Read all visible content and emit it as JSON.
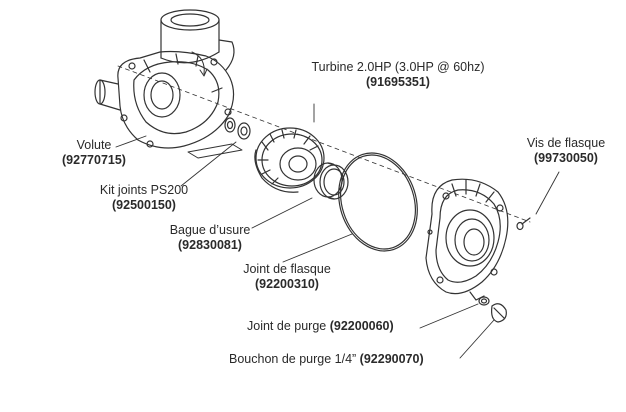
{
  "labels": {
    "volute": {
      "name": "Volute",
      "code": "(92770715)"
    },
    "kit_joints": {
      "name": "Kit joints PS200",
      "code": "(92500150)"
    },
    "bague": {
      "name": "Bague d’usure",
      "code": "(92830081)"
    },
    "joint_flasque": {
      "name": "Joint de flasque",
      "code": "(92200310)"
    },
    "joint_purge": {
      "name": "Joint de purge",
      "code": "(92200060)"
    },
    "bouchon": {
      "name": "Bouchon de purge 1/4”",
      "code": "(92290070)"
    },
    "turbine": {
      "name": "Turbine 2.0HP (3.0HP @ 60hz)",
      "code": "(91695351)"
    },
    "vis": {
      "name": "Vis de flasque",
      "code": "(99730050)"
    }
  },
  "colors": {
    "line": "#333333",
    "text": "#2a2a2a"
  }
}
